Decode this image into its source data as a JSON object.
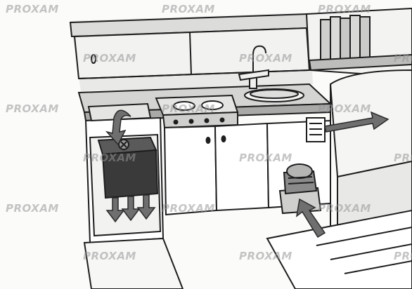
{
  "illustration": {
    "subject": "galley-ventilation-illustration",
    "watermark_text": "PROXAM",
    "colors": {
      "line": "#1e1e1e",
      "heater_body": "#3a3a3a",
      "airflow_arrow": "#6f6f6f",
      "counter_top": "#d2d2d2",
      "wall_shade": "#e6e6e6"
    }
  },
  "watermarks": [
    "PROXAM",
    "PROXAM",
    "PROXAM",
    "PROXAM",
    "PROXAM",
    "PROXAM",
    "PROXAM",
    "PROXAM",
    "PROXAM",
    "PROXAM",
    "PROXAM",
    "PROXAM",
    "PROXAM",
    "PROXAM",
    "PROXAM",
    "PROXAM",
    "PROXAM",
    "PROXAM"
  ]
}
